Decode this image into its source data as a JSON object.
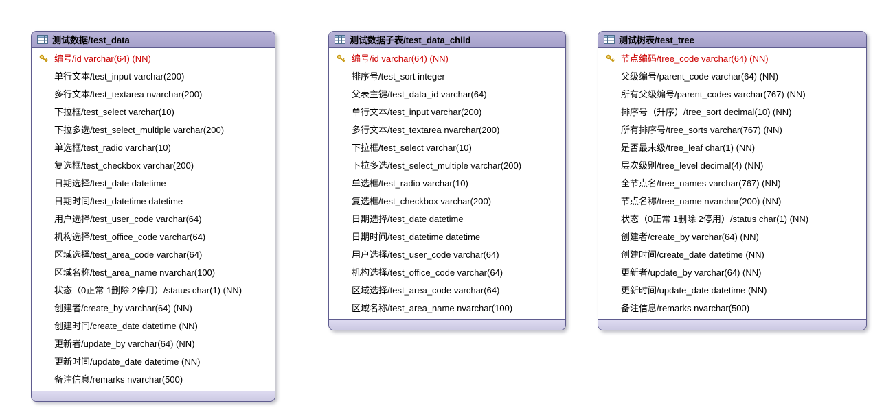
{
  "colors": {
    "header_bg": "#a5a0ca",
    "border": "#5f5c8f",
    "footer_bg": "#ccc9e3",
    "pk_text": "#cc0000",
    "key_icon": "#c79810"
  },
  "tables": [
    {
      "id": "test_data",
      "title": "测试数据/test_data",
      "fields": [
        {
          "label": "编号/id varchar(64) (NN)",
          "pk": true
        },
        {
          "label": "单行文本/test_input varchar(200)",
          "pk": false
        },
        {
          "label": "多行文本/test_textarea nvarchar(200)",
          "pk": false
        },
        {
          "label": "下拉框/test_select varchar(10)",
          "pk": false
        },
        {
          "label": "下拉多选/test_select_multiple varchar(200)",
          "pk": false
        },
        {
          "label": "单选框/test_radio varchar(10)",
          "pk": false
        },
        {
          "label": "复选框/test_checkbox varchar(200)",
          "pk": false
        },
        {
          "label": "日期选择/test_date datetime",
          "pk": false
        },
        {
          "label": "日期时间/test_datetime datetime",
          "pk": false
        },
        {
          "label": "用户选择/test_user_code varchar(64)",
          "pk": false
        },
        {
          "label": "机构选择/test_office_code varchar(64)",
          "pk": false
        },
        {
          "label": "区域选择/test_area_code varchar(64)",
          "pk": false
        },
        {
          "label": "区域名称/test_area_name nvarchar(100)",
          "pk": false
        },
        {
          "label": "状态（0正常 1删除 2停用）/status char(1) (NN)",
          "pk": false
        },
        {
          "label": "创建者/create_by varchar(64) (NN)",
          "pk": false
        },
        {
          "label": "创建时间/create_date datetime (NN)",
          "pk": false
        },
        {
          "label": "更新者/update_by varchar(64) (NN)",
          "pk": false
        },
        {
          "label": "更新时间/update_date datetime (NN)",
          "pk": false
        },
        {
          "label": "备注信息/remarks nvarchar(500)",
          "pk": false
        }
      ]
    },
    {
      "id": "test_data_child",
      "title": "测试数据子表/test_data_child",
      "fields": [
        {
          "label": "编号/id varchar(64) (NN)",
          "pk": true
        },
        {
          "label": "排序号/test_sort integer",
          "pk": false
        },
        {
          "label": "父表主键/test_data_id varchar(64)",
          "pk": false
        },
        {
          "label": "单行文本/test_input varchar(200)",
          "pk": false
        },
        {
          "label": "多行文本/test_textarea nvarchar(200)",
          "pk": false
        },
        {
          "label": "下拉框/test_select varchar(10)",
          "pk": false
        },
        {
          "label": "下拉多选/test_select_multiple varchar(200)",
          "pk": false
        },
        {
          "label": "单选框/test_radio varchar(10)",
          "pk": false
        },
        {
          "label": "复选框/test_checkbox varchar(200)",
          "pk": false
        },
        {
          "label": "日期选择/test_date datetime",
          "pk": false
        },
        {
          "label": "日期时间/test_datetime datetime",
          "pk": false
        },
        {
          "label": "用户选择/test_user_code varchar(64)",
          "pk": false
        },
        {
          "label": "机构选择/test_office_code varchar(64)",
          "pk": false
        },
        {
          "label": "区域选择/test_area_code varchar(64)",
          "pk": false
        },
        {
          "label": "区域名称/test_area_name nvarchar(100)",
          "pk": false
        }
      ]
    },
    {
      "id": "test_tree",
      "title": "测试树表/test_tree",
      "fields": [
        {
          "label": "节点编码/tree_code varchar(64) (NN)",
          "pk": true
        },
        {
          "label": "父级编号/parent_code varchar(64) (NN)",
          "pk": false
        },
        {
          "label": "所有父级编号/parent_codes varchar(767) (NN)",
          "pk": false
        },
        {
          "label": "排序号（升序）/tree_sort decimal(10) (NN)",
          "pk": false
        },
        {
          "label": "所有排序号/tree_sorts varchar(767) (NN)",
          "pk": false
        },
        {
          "label": "是否最末级/tree_leaf char(1) (NN)",
          "pk": false
        },
        {
          "label": "层次级别/tree_level decimal(4) (NN)",
          "pk": false
        },
        {
          "label": "全节点名/tree_names varchar(767) (NN)",
          "pk": false
        },
        {
          "label": "节点名称/tree_name nvarchar(200) (NN)",
          "pk": false
        },
        {
          "label": "状态（0正常 1删除 2停用）/status char(1) (NN)",
          "pk": false
        },
        {
          "label": "创建者/create_by varchar(64) (NN)",
          "pk": false
        },
        {
          "label": "创建时间/create_date datetime (NN)",
          "pk": false
        },
        {
          "label": "更新者/update_by varchar(64) (NN)",
          "pk": false
        },
        {
          "label": "更新时间/update_date datetime (NN)",
          "pk": false
        },
        {
          "label": "备注信息/remarks nvarchar(500)",
          "pk": false
        }
      ]
    }
  ]
}
